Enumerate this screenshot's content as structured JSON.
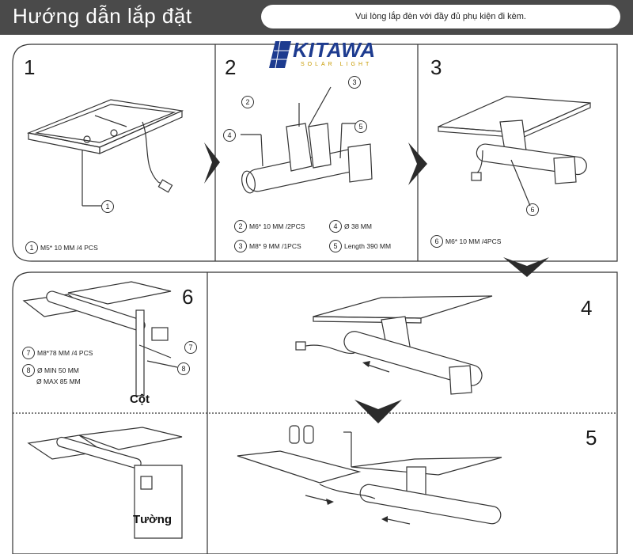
{
  "header": {
    "title": "Hướng dẫn lắp đặt",
    "note": "Vui lòng lắp đèn với đầy đủ phụ kiện đi kèm."
  },
  "logo": {
    "brand": "KITAWA",
    "tagline": "SOLAR LIGHT"
  },
  "steps": {
    "s1": {
      "number": "1",
      "callouts": [
        {
          "n": "1",
          "text": "M5* 10  MM /4 PCS"
        }
      ]
    },
    "s2": {
      "number": "2",
      "callouts": [
        {
          "n": "2",
          "text": "M6* 10  MM /2PCS"
        },
        {
          "n": "3",
          "text": "M8* 9  MM /1PCS"
        },
        {
          "n": "4",
          "text": "Ø 38 MM"
        },
        {
          "n": "5",
          "text": "Length 390 MM"
        }
      ]
    },
    "s3": {
      "number": "3",
      "callouts": [
        {
          "n": "6",
          "text": "M6* 10  MM /4PCS"
        }
      ]
    },
    "s4": {
      "number": "4"
    },
    "s5": {
      "number": "5"
    },
    "s6": {
      "number": "6",
      "callouts": [
        {
          "n": "7",
          "text": "M8*78 MM /4 PCS"
        },
        {
          "n": "8",
          "text": "Ø MIN 50 MM"
        },
        {
          "n": "",
          "text": "Ø MAX 85 MM"
        }
      ],
      "pole_label": "Cột"
    },
    "wall": {
      "label": "Tường"
    }
  },
  "diagram_labels": {
    "n1": "1",
    "n2": "2",
    "n3": "3",
    "n4": "4",
    "n5": "5",
    "n6": "6",
    "n7": "7",
    "n8": "8"
  }
}
